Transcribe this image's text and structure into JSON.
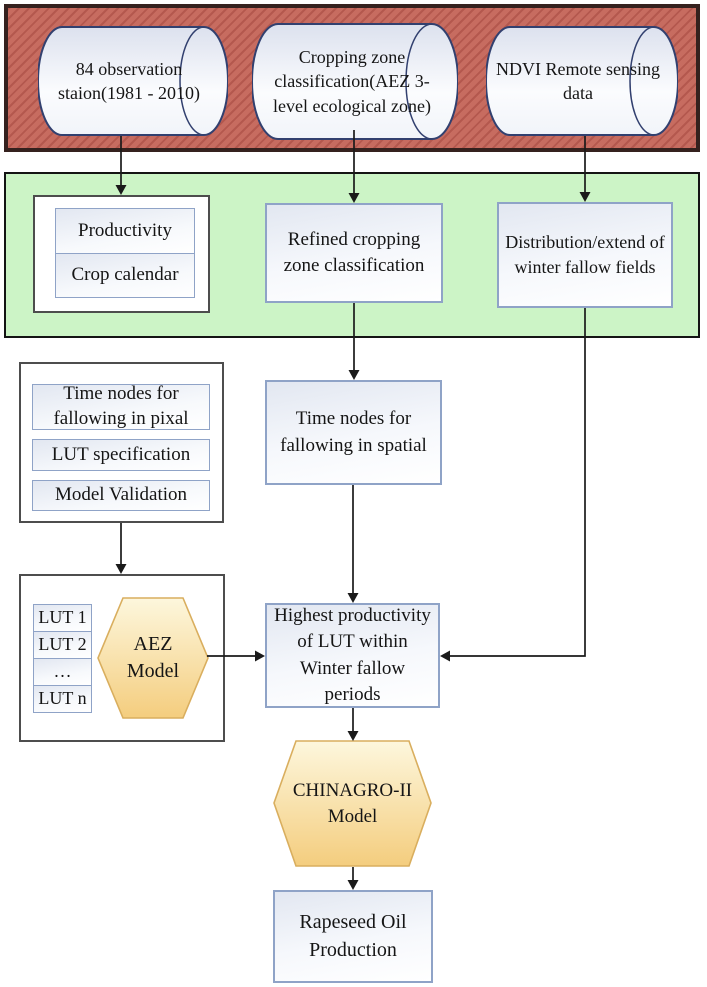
{
  "colors": {
    "input_band_fill": "#c76c60",
    "input_band_stripe": "#b4584e",
    "input_band_border": "#35211e",
    "derived_band_fill": "#ccf4c6",
    "derived_band_border": "#141414",
    "node_border": "#8fa3c7",
    "node_fill_top": "#e2e7f1",
    "cylinder_border": "#32406f",
    "container_border": "#4d4d4d",
    "hexagon_border": "#d9ae5e",
    "hexagon_fill_top": "#fdf7dd",
    "hexagon_fill_bottom": "#f4cd7e",
    "arrow": "#1a1a1a",
    "text": "#151515"
  },
  "bands": {
    "inputs": {
      "cylinders": [
        {
          "label": "84 observation staion(1981 - 2010)"
        },
        {
          "label": "Cropping zone classification(AEZ 3-level ecological zone)"
        },
        {
          "label": "NDVI Remote sensing data"
        }
      ]
    },
    "derived": {
      "station_group": {
        "items": [
          {
            "label": "Productivity"
          },
          {
            "label": "Crop calendar"
          }
        ]
      },
      "refined_zone": {
        "label": "Refined cropping zone classification"
      },
      "fallow_distribution": {
        "label": "Distribution/extend of winter fallow fields"
      }
    }
  },
  "analysis": {
    "pixel_group": {
      "items": [
        {
          "label": "Time nodes for fallowing in pixal"
        },
        {
          "label": "LUT specification"
        },
        {
          "label": "Model Validation"
        }
      ]
    },
    "time_spatial": {
      "label": "Time nodes for fallowing in spatial"
    },
    "lut_group": {
      "luts": [
        {
          "label": "LUT 1"
        },
        {
          "label": "LUT 2"
        },
        {
          "label": "…"
        },
        {
          "label": "LUT n"
        }
      ],
      "aez": {
        "line1": "AEZ",
        "line2": "Model"
      }
    },
    "highest_productivity": {
      "label": "Highest productivity of LUT within Winter fallow periods"
    }
  },
  "output": {
    "chinagro": {
      "line1": "CHINAGRO-II",
      "line2": "Model"
    },
    "rapeseed": {
      "label": "Rapeseed Oil Production"
    }
  }
}
